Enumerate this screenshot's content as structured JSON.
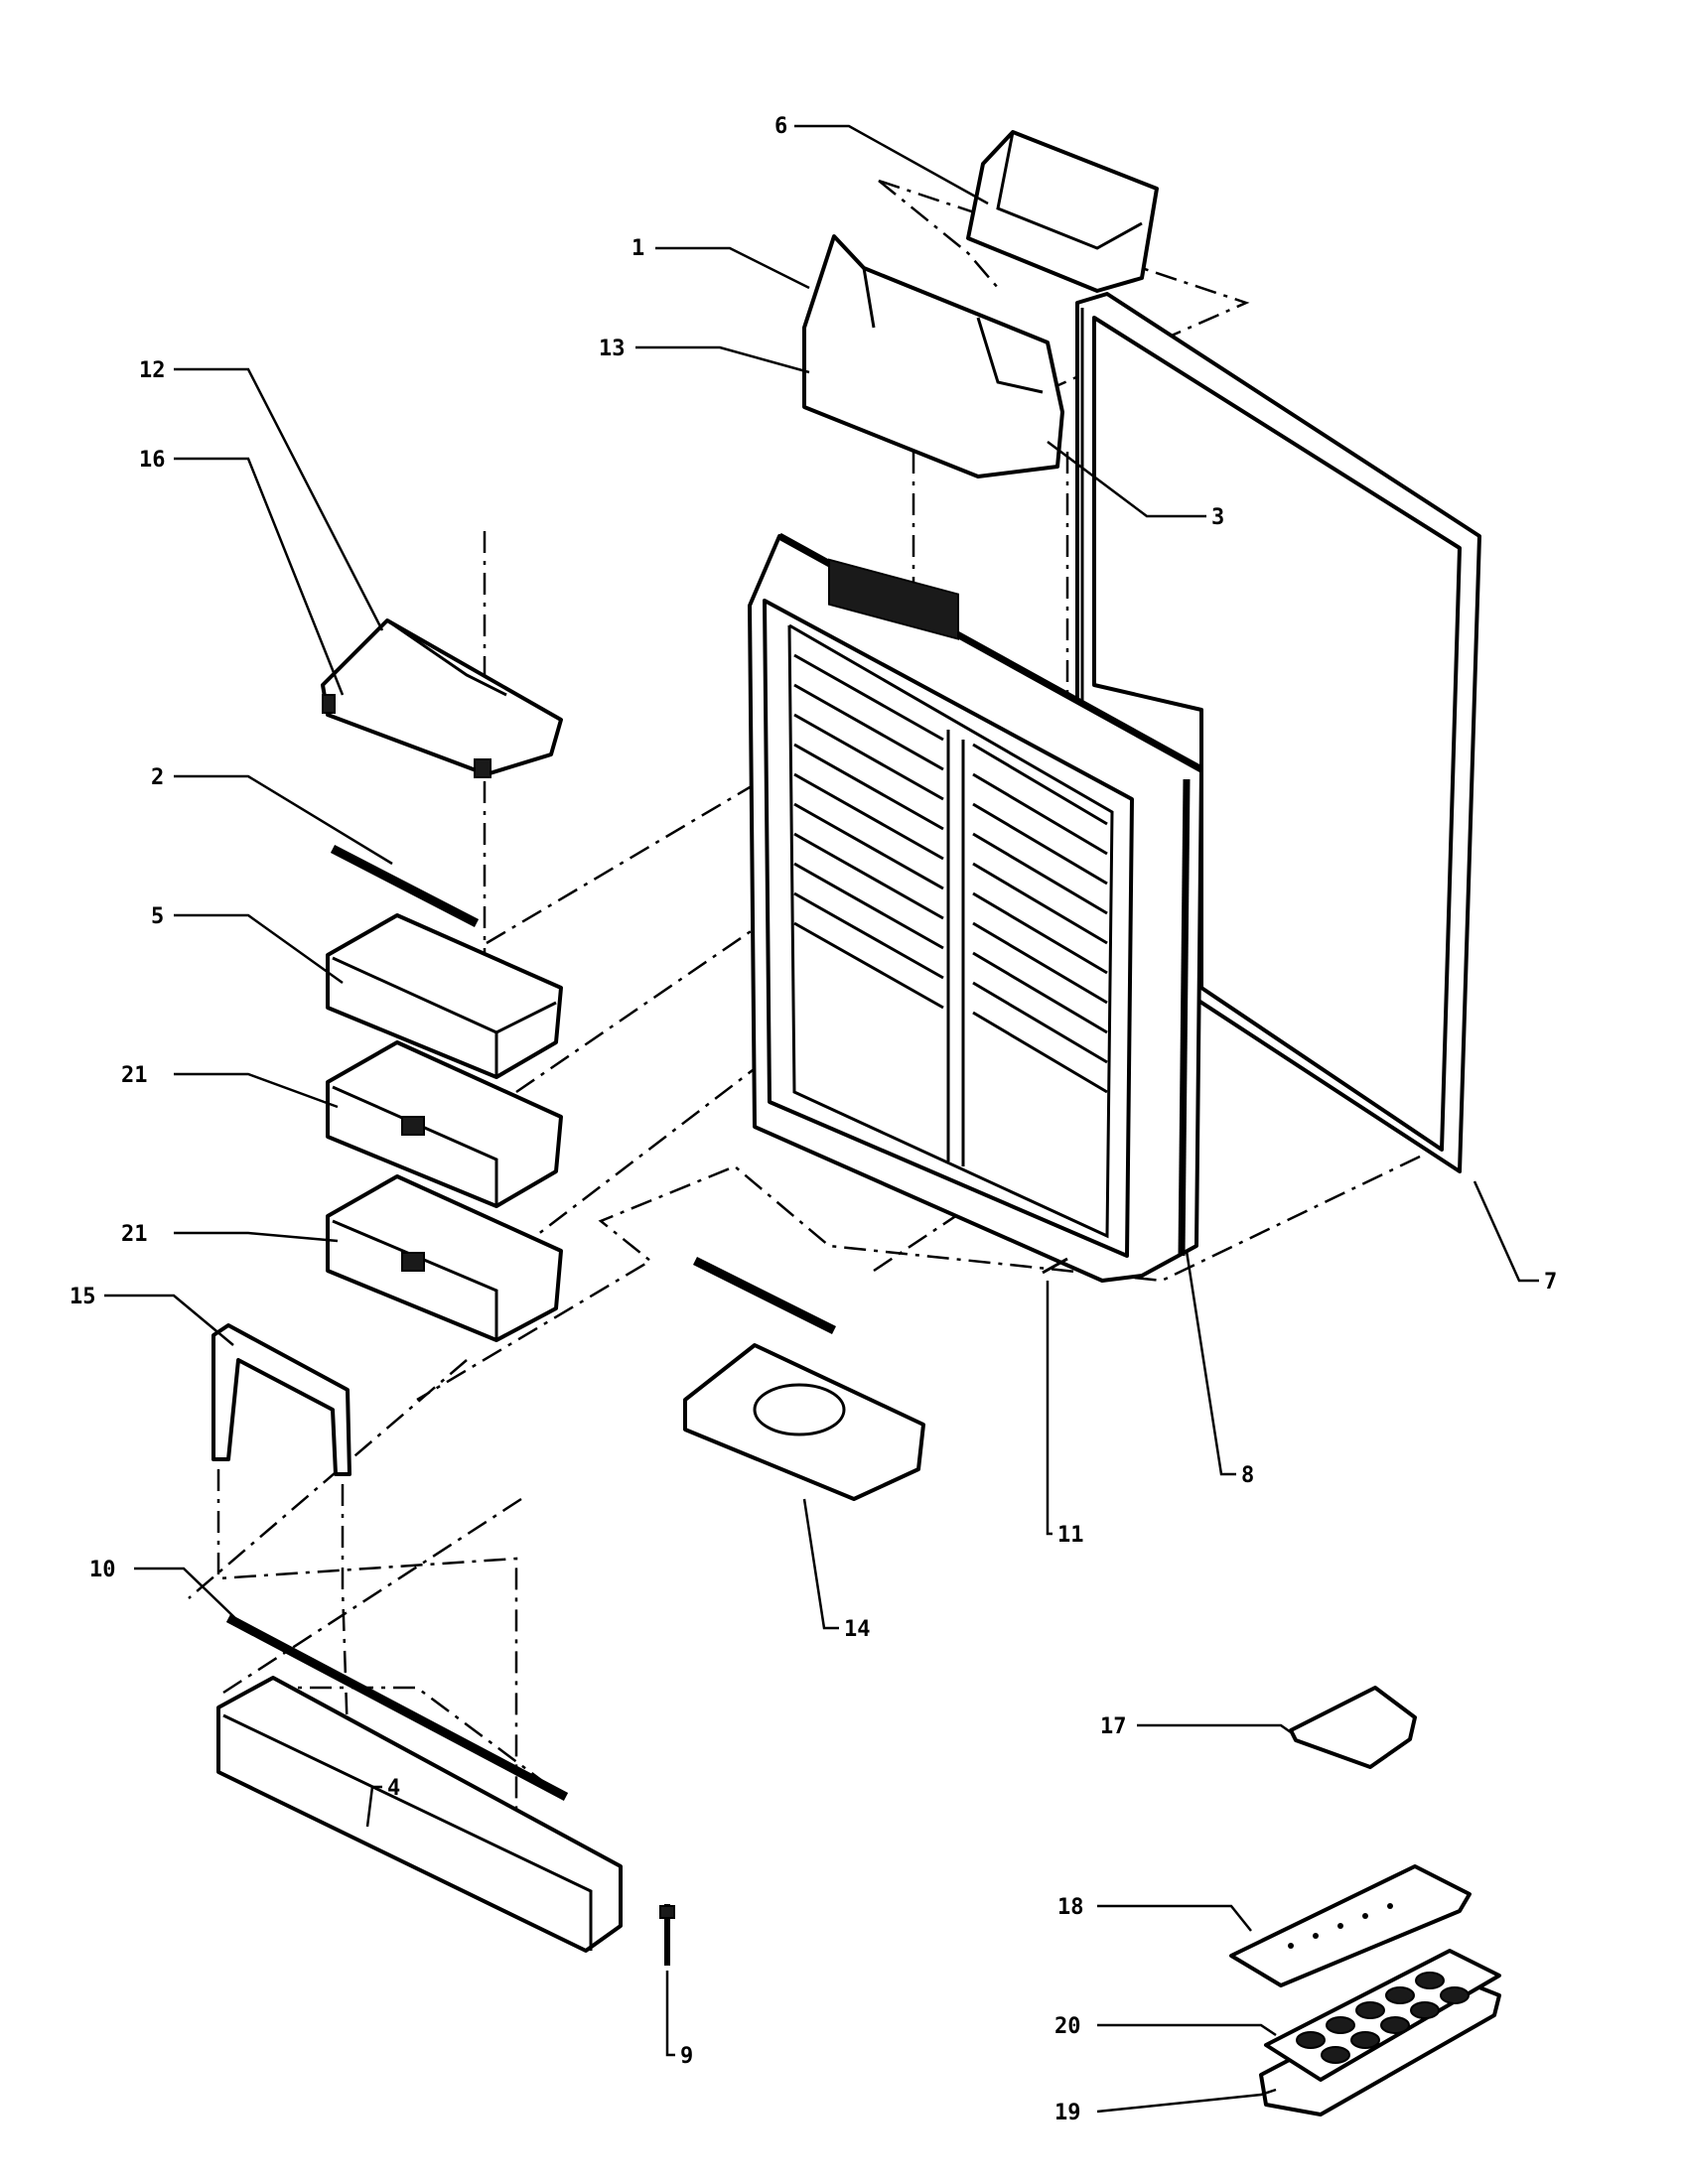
{
  "diagram": {
    "callouts": [
      {
        "id": "c1",
        "label": "1"
      },
      {
        "id": "c2",
        "label": "2"
      },
      {
        "id": "c3",
        "label": "3"
      },
      {
        "id": "c4",
        "label": "4"
      },
      {
        "id": "c5",
        "label": "5"
      },
      {
        "id": "c6",
        "label": "6"
      },
      {
        "id": "c7",
        "label": "7"
      },
      {
        "id": "c8",
        "label": "8"
      },
      {
        "id": "c9",
        "label": "9"
      },
      {
        "id": "c10",
        "label": "10"
      },
      {
        "id": "c11",
        "label": "11"
      },
      {
        "id": "c12",
        "label": "12"
      },
      {
        "id": "c13",
        "label": "13"
      },
      {
        "id": "c14",
        "label": "14"
      },
      {
        "id": "c15",
        "label": "15"
      },
      {
        "id": "c16",
        "label": "16"
      },
      {
        "id": "c17",
        "label": "17"
      },
      {
        "id": "c18",
        "label": "18"
      },
      {
        "id": "c19",
        "label": "19"
      },
      {
        "id": "c20",
        "label": "20"
      },
      {
        "id": "c21a",
        "label": "21"
      },
      {
        "id": "c21b",
        "label": "21"
      }
    ]
  }
}
